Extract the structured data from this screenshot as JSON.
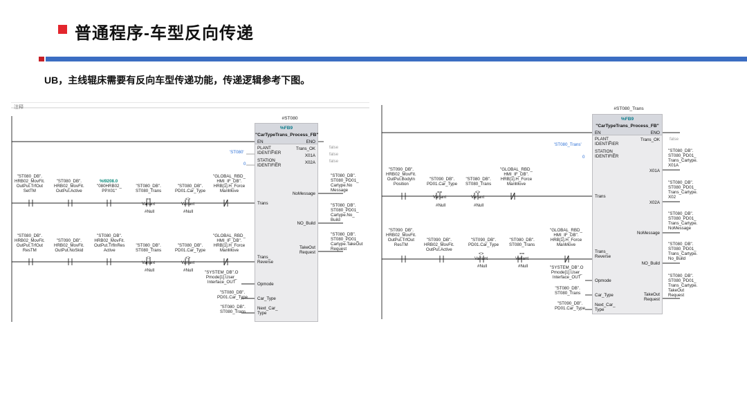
{
  "header": {
    "title": "普通程序-车型反向传递",
    "description": "UB，主线辊床需要有反向车型传递功能，传递逻辑参考下图。"
  },
  "colors": {
    "title_mark": "#e3262d",
    "bar_red": "#c61f26",
    "bar_blue": "#3b6dc2"
  },
  "left": {
    "note": "注释",
    "instance": "#ST080",
    "fb_id": "%FB9",
    "fb_name": "\"CarTypeTrans_Process_FB\"",
    "pins_in": {
      "en": "EN",
      "plant": "PLANT_\nIDENTIFIER",
      "station": "STATION_\nIDENTIFIER",
      "trans": "Trans",
      "trans_reverse": "Trans_\nReverse",
      "opmode": "Opmode",
      "car_type": "Car_Type",
      "next_car_type": "Next_Car_\nType"
    },
    "pins_out": {
      "eno": "ENO",
      "trans_ok": "Trans_OK",
      "x01a": "X01A",
      "x02a": "X02A",
      "nomessage": "NoMessage",
      "no_build": "NO_Build",
      "takeout": "TakeOut\nRequest"
    },
    "vals": {
      "plant": "'ST080'",
      "station": "0",
      "false1": "false",
      "false2": "false",
      "false3": "false"
    },
    "outs": {
      "nomessage": "\"ST080_DB\".\nST080_PD01_\nCartype.No\nMessage",
      "no_build": "\"ST080_DB\".\nST080_PD01_\nCartype.No_\nBuild",
      "takeout": "\"ST080_DB\".\nST080_PD01_\nCartype.TakeOut\nRequest"
    },
    "rung1": {
      "c1": "\"ST080_DB\".\nHRB02_MovFit.\nOutPut.TrfOut\nSetTM",
      "c2": "\"ST080_DB\".\nHRB02_MovFit.\nOutPut.Active",
      "c3_addr": "%I9208.0",
      "c3": "\"080HRB02_\nPPX01\"",
      "c4": "\"ST080_DB\".\nST080_Trans",
      "c4_op": "==\nVariant",
      "c4_b": "#Null",
      "c5": "\"ST080_DB\".\nPD01.Car_Type",
      "c5_op": "<>\nVariant",
      "c5_b": "#Null",
      "c6": "\"GLOBAL_RBD_\nHMI_IF_DB\".\nHRB[1].H_Force\nManMove"
    },
    "rung2": {
      "c1": "\"ST080_DB\".\nHRB02_MovFit.\nOutPut.TrfOut\nResTM",
      "c2": "\"ST090_DB\".\nHRB02_MovFit.\nOutPut.NoSkid",
      "c3": "\"ST080_DB\".\nHRB02_MovFit.\nOutPut.TrfInRes\nActive",
      "c4": "\"ST080_DB\".\nST080_Trans",
      "c4_op": "<>\nVariant",
      "c4_b": "#Null",
      "c5": "\"ST080_DB\".\nPD01.Car_Type",
      "c5_op": "<>\nVariant",
      "c5_b": "#Null",
      "c6": "\"GLOBAL_RBD_\nHMI_IF_DB\".\nHRB[1].H_Force\nManMove"
    },
    "feeds": {
      "opmode": "\"SYSTEM_DB\".O\nPmode[1].User_\nInterface_OUT",
      "car_type": "\"ST080_DB\".\nPD01.Car_Type",
      "next_car": "\"ST080_DB\".\nST080_Trans"
    }
  },
  "right": {
    "instance": "#ST080_Trans",
    "fb_id": "%FB9",
    "fb_name": "\"CarTypeTrans_Process_FB\"",
    "pins_in": {
      "en": "EN",
      "plant": "PLANT_\nIDENTIFIER",
      "station": "STATION_\nIDENTIFIER",
      "trans": "Trans",
      "trans_reverse": "Trans_\nReverse",
      "opmode": "Opmode",
      "car_type": "Car_Type",
      "next_car_type": "Next_Car_\nType"
    },
    "pins_out": {
      "eno": "ENO",
      "trans_ok": "Trans_OK",
      "x01a": "X01A",
      "x02a": "X02A",
      "nomessage": "NoMessage",
      "no_build": "NO_Build",
      "takeout": "TakeOut\nRequest"
    },
    "vals": {
      "plant": "'ST080_Trans'",
      "station": "0",
      "false1": "false"
    },
    "outs": {
      "x01a": "\"ST080_DB\".\nST080_PD01_\nTrans_Cartype.\nX01A",
      "x02a": "\"ST080_DB\".\nST080_PD01_\nTrans_Cartype.\nX02",
      "nomessage": "\"ST080_DB\".\nST080_PD01_\nTrans_Cartype.\nNoMessage",
      "no_build": "\"ST080_DB\".\nST080_PD01_\nTrans_Cartype.\nNo_Build",
      "takeout": "\"ST080_DB\".\nST080_PD01_\nTrans_Cartype.\nTakeOut\nRequest"
    },
    "rung1": {
      "c1": "\"ST090_DB\".\nHRB02_MovFit.\nOutPut.BodyIn\nPosition",
      "c2": "\"ST090_DB\".\nPD01.Car_Type",
      "c2_op": "==\nVariant",
      "c2_b": "#Null",
      "c3": "\"ST080_DB\".\nST080_Trans",
      "c3_op": "<>\nVariant",
      "c3_b": "#Null",
      "c4": "\"GLOBAL_RBD_\nHMI_IF_DB\".\nHRB[1].H_Force\nManMove"
    },
    "rung2": {
      "c1": "\"ST090_DB\".\nHRB02_MovFit.\nOutPut.TrfOut\nResTM",
      "c2": "\"ST090_DB\".\nHRB02_MovFit.\nOutPut.Active",
      "c3": "\"ST090_DB\".\nPD01.Car_Type",
      "c3_op": "<>\nVariant",
      "c3_b": "#Null",
      "c4": "\"ST080_DB\".\nST080_Trans",
      "c4_op": "==\nVariant",
      "c4_b": "#Null",
      "c5": "\"GLOBAL_RBD_\nHMI_IF_DB\".\nHRB[1].H_Force\nManMove"
    },
    "feeds": {
      "opmode": "\"SYSTEM_DB\".O\nPmode[1].User_\nInterface_OUT",
      "car_type": "\"ST080_DB\".\nST080_Trans",
      "next_car": "\"ST090_DB\".\nPD01.Car_Type"
    }
  }
}
